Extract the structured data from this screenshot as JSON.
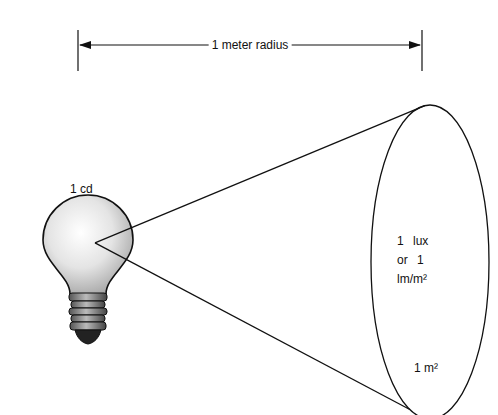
{
  "diagram": {
    "nodes": [
      {
        "text": [
          "1 cd"
        ]
      },
      {
        "text": [
          "1 lux or 1 lm/m²",
          "1 m²"
        ]
      }
    ],
    "edges": [
      {
        "from": 0,
        "to": 1,
        "arrow": "none"
      },
      {
        "from": 0,
        "to": 1,
        "arrow": "none"
      }
    ],
    "labels": [
      "1 meter radius"
    ]
  }
}
